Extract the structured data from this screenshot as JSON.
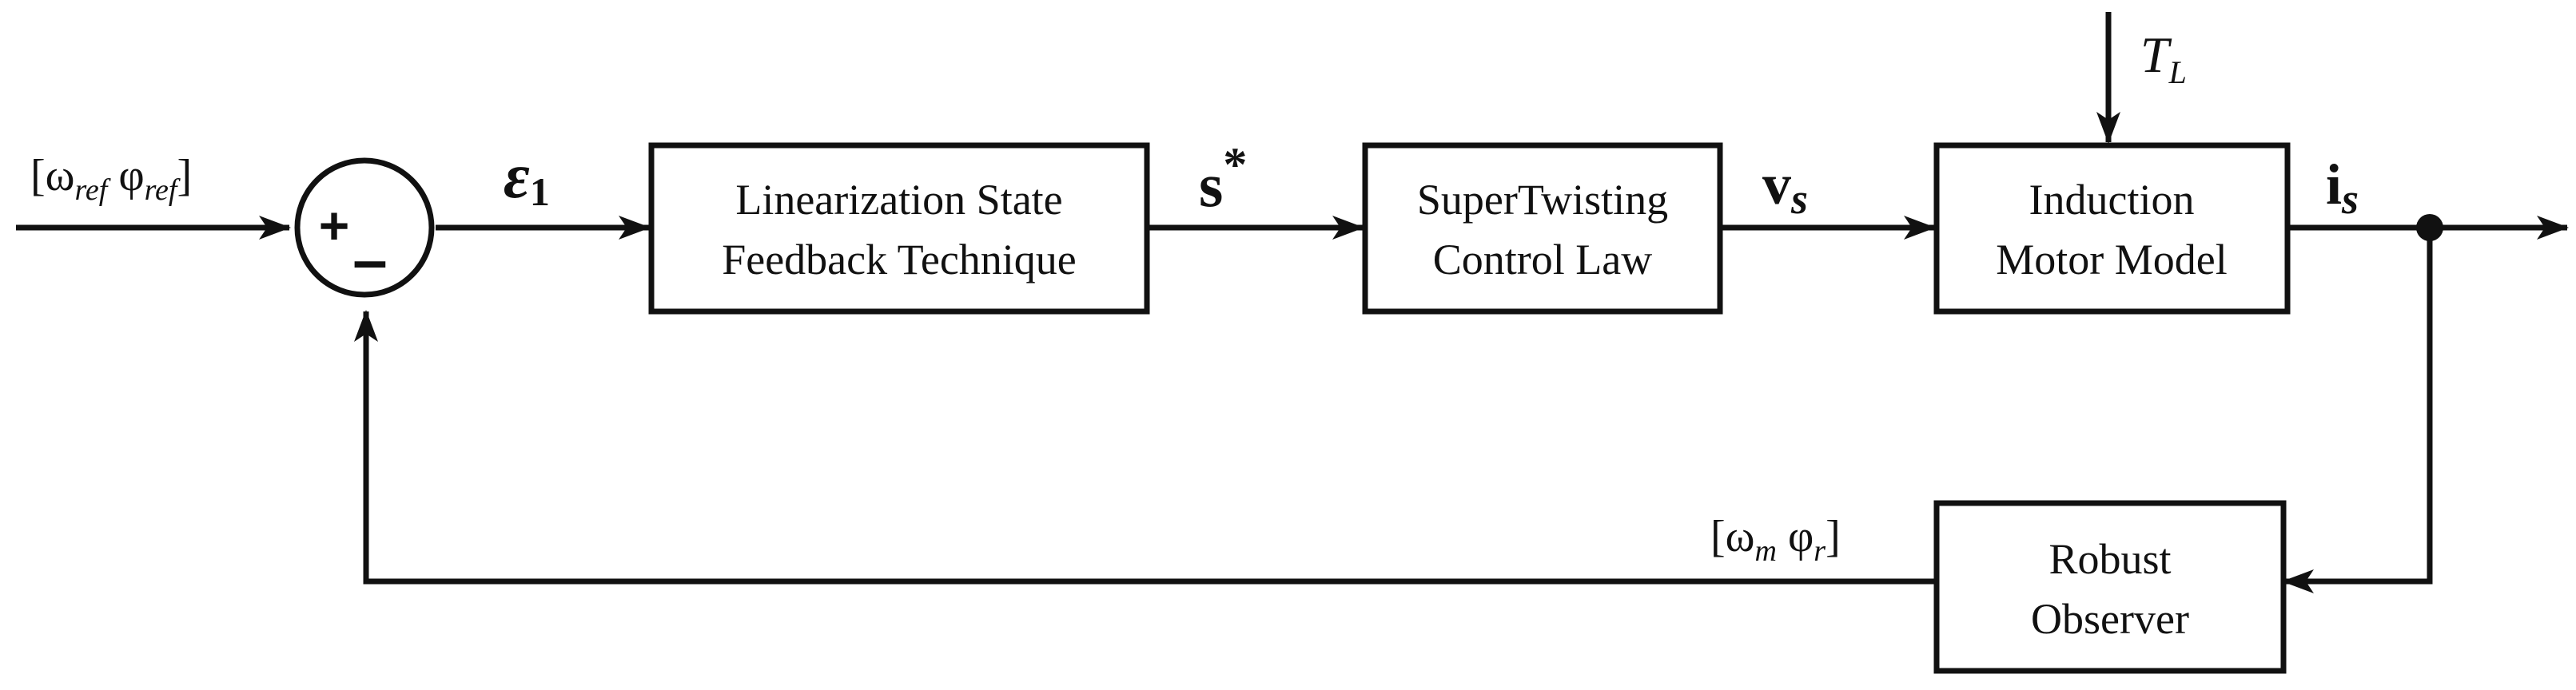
{
  "inputs": {
    "reference": {
      "bracket_open": "[",
      "omega": "ω",
      "omega_sub": "ref",
      "phi": "φ",
      "phi_sub": "ref",
      "bracket_close": "]"
    },
    "load_torque": {
      "symbol": "T",
      "sub": "L"
    }
  },
  "summing_junction": {
    "plus": "+",
    "minus": "–"
  },
  "signals": {
    "error": {
      "symbol": "ε",
      "sub": "1"
    },
    "sliding_surface": {
      "symbol": "s",
      "sup": "*"
    },
    "voltage": {
      "symbol": "v",
      "sub": "s"
    },
    "current": {
      "symbol": "i",
      "sub": "s"
    },
    "estimates": {
      "bracket_open": "[",
      "omega": "ω",
      "omega_sub": "m",
      "phi": "φ",
      "phi_sub": "r",
      "bracket_close": "]"
    }
  },
  "blocks": {
    "linearization": {
      "line1": "Linearization State",
      "line2": "Feedback Technique"
    },
    "supertwisting": {
      "line1": "SuperTwisting",
      "line2": "Control Law"
    },
    "motor": {
      "line1": "Induction",
      "line2": "Motor Model"
    },
    "observer": {
      "line1": "Robust",
      "line2": "Observer"
    }
  }
}
